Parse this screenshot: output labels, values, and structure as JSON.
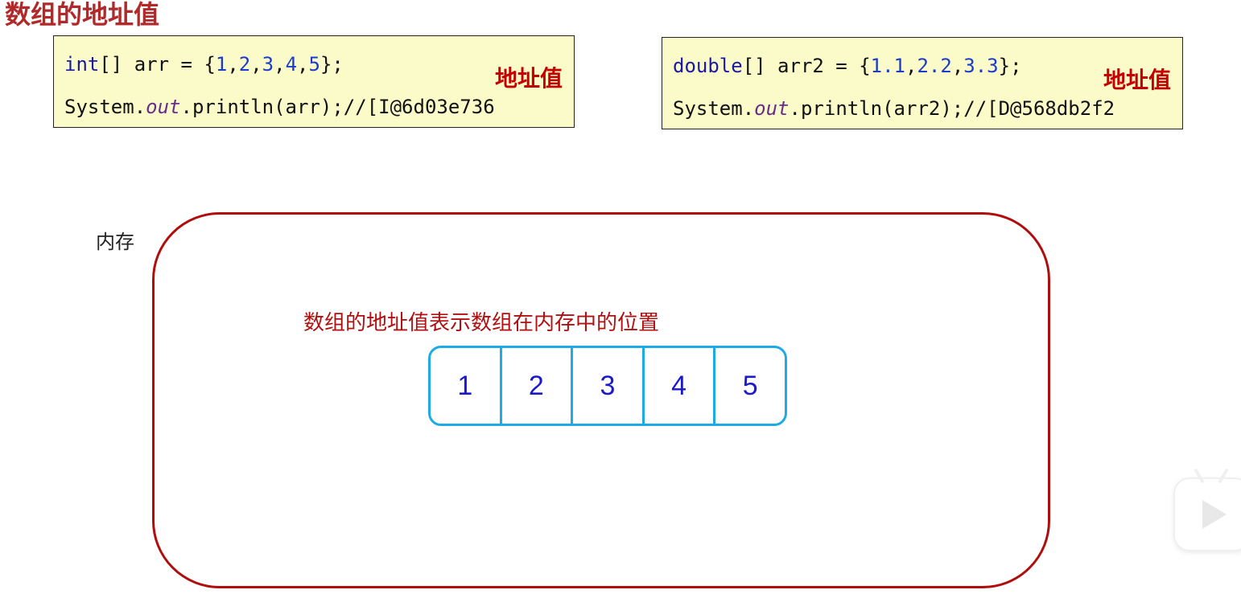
{
  "title": "数组的地址值",
  "code_blocks": [
    {
      "line1": {
        "type": "int",
        "decl": "[] arr = {",
        "values": [
          "1",
          "2",
          "3",
          "4",
          "5"
        ],
        "end": "};"
      },
      "line2": {
        "prefix": "System.",
        "field": "out",
        "suffix": ".println(arr);//[I@6d03e736"
      },
      "label": "地址值"
    },
    {
      "line1": {
        "type": "double",
        "decl": "[] arr2 = {",
        "values": [
          "1.1",
          "2.2",
          "3.3"
        ],
        "end": "};"
      },
      "line2": {
        "prefix": "System.",
        "field": "out",
        "suffix": ".println(arr2);//[D@568db2f2"
      },
      "label": "地址值"
    }
  ],
  "memory": {
    "label": "内存",
    "caption": "数组的地址值表示数组在内存中的位置",
    "array_cells": [
      "1",
      "2",
      "3",
      "4",
      "5"
    ]
  },
  "colors": {
    "title": "#b12a2a",
    "label_red": "#c40000",
    "memory_border": "#b00d0d",
    "array_border": "#1eaae6",
    "code_bg": "#fbfbc9"
  },
  "icons": {
    "player": "play-icon"
  }
}
